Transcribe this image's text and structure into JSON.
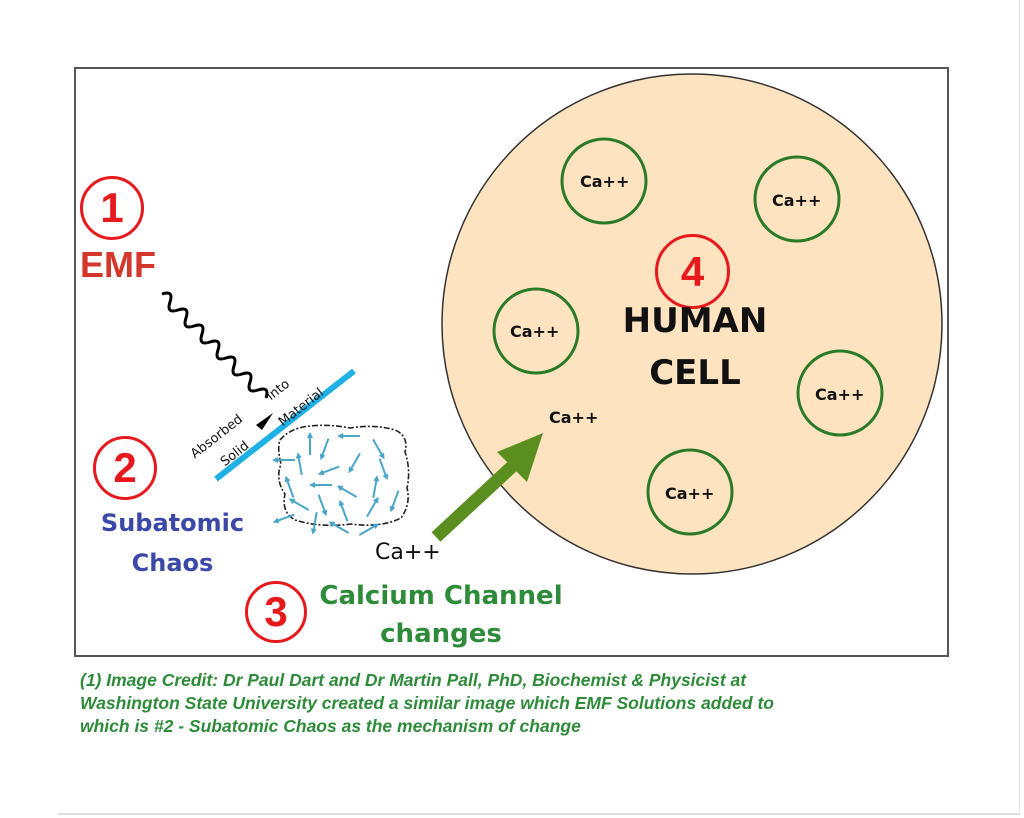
{
  "diagram": {
    "steps": [
      {
        "number": "1",
        "label": "EMF"
      },
      {
        "number": "2",
        "label_lines": [
          "Subatomic",
          "Chaos"
        ]
      },
      {
        "number": "3",
        "label_lines": [
          "Calcium Channel",
          "changes"
        ]
      },
      {
        "number": "4",
        "label_lines": [
          "HUMAN",
          "CELL"
        ]
      }
    ],
    "absorption_text": {
      "line1a": "Absorbed",
      "line1b": "into",
      "line2a": "Solid",
      "line2b": "Material"
    },
    "ion_label": "Ca++",
    "cell_ions": [
      "Ca++",
      "Ca++",
      "Ca++",
      "Ca++",
      "Ca++"
    ],
    "free_ion_inside": "Ca++",
    "free_ion_outside": "Ca++",
    "colors": {
      "badge_red": "#e8191c",
      "emf_red": "#d3362b",
      "subatomic_blue": "#3c48a8",
      "calcium_green": "#2e8b3a",
      "arrow_green": "#5a8f1f",
      "cell_fill": "#fde3bf",
      "ion_ring_green": "#2a7a2a",
      "material_line_blue": "#1fb0e6",
      "particle_blue": "#4aa6c9"
    }
  },
  "caption": {
    "lines": [
      "(1) Image Credit:  Dr Paul Dart and Dr Martin Pall, PhD, Biochemist & Physicist at",
      "Washington State University created a similar image which EMF Solutions added to",
      "which is #2 - Subatomic Chaos as the mechanism of change"
    ]
  }
}
